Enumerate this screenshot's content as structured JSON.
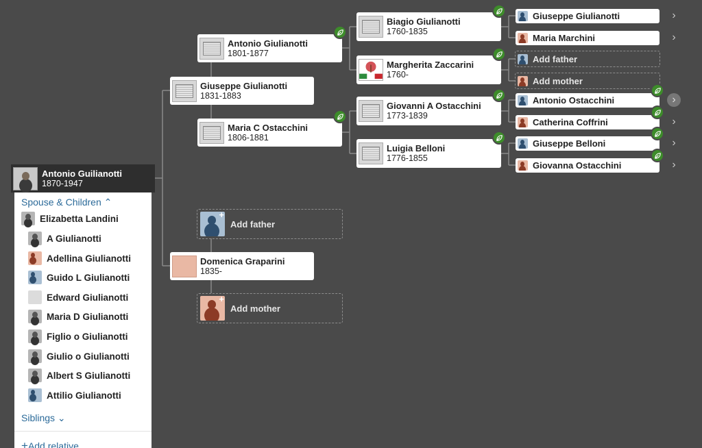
{
  "focus": {
    "name": "Antonio Guilianotti",
    "dates": "1870-1947"
  },
  "panel": {
    "spouse_children_label": "Spouse & Children",
    "spouse": "Elizabetta Landini",
    "children": [
      "A Giulianotti",
      "Adellina Giulianotti",
      "Guido L Giulianotti",
      "Edward Giulianotti",
      "Maria D Giulianotti",
      "Figlio o Giulianotti",
      "Giulio o Giulianotti",
      "Albert S Giulianotti",
      "Attilio Giulianotti"
    ],
    "siblings_label": "Siblings",
    "add_relative_label": "Add relative"
  },
  "parents": {
    "father": {
      "name": "Giuseppe Giulianotti",
      "dates": "1831-1883"
    },
    "mother": {
      "name": "Domenica Graparini",
      "dates": "1835-"
    }
  },
  "grandparents": {
    "pat_gf": {
      "name": "Antonio Giulianotti",
      "dates": "1801-1877"
    },
    "pat_gm": {
      "name": "Maria C Ostacchini",
      "dates": "1806-1881"
    },
    "add_father": "Add father",
    "add_mother": "Add mother"
  },
  "great_grandparents": {
    "g1": {
      "name": "Biagio Giulianotti",
      "dates": "1760-1835"
    },
    "g2": {
      "name": "Margherita Zaccarini",
      "dates": "1760-"
    },
    "g3": {
      "name": "Giovanni A Ostacchini",
      "dates": "1773-1839"
    },
    "g4": {
      "name": "Luigia Belloni",
      "dates": "1776-1855"
    }
  },
  "gen4": {
    "p1": "Giuseppe Giulianotti",
    "p2": "Maria Marchini",
    "p3": "Add father",
    "p4": "Add mother",
    "p5": "Antonio Ostacchini",
    "p6": "Catherina Coffrini",
    "p7": "Giuseppe Belloni",
    "p8": "Giovanna Ostacchini"
  },
  "icons": {
    "chevron": "›",
    "plus": "+"
  }
}
